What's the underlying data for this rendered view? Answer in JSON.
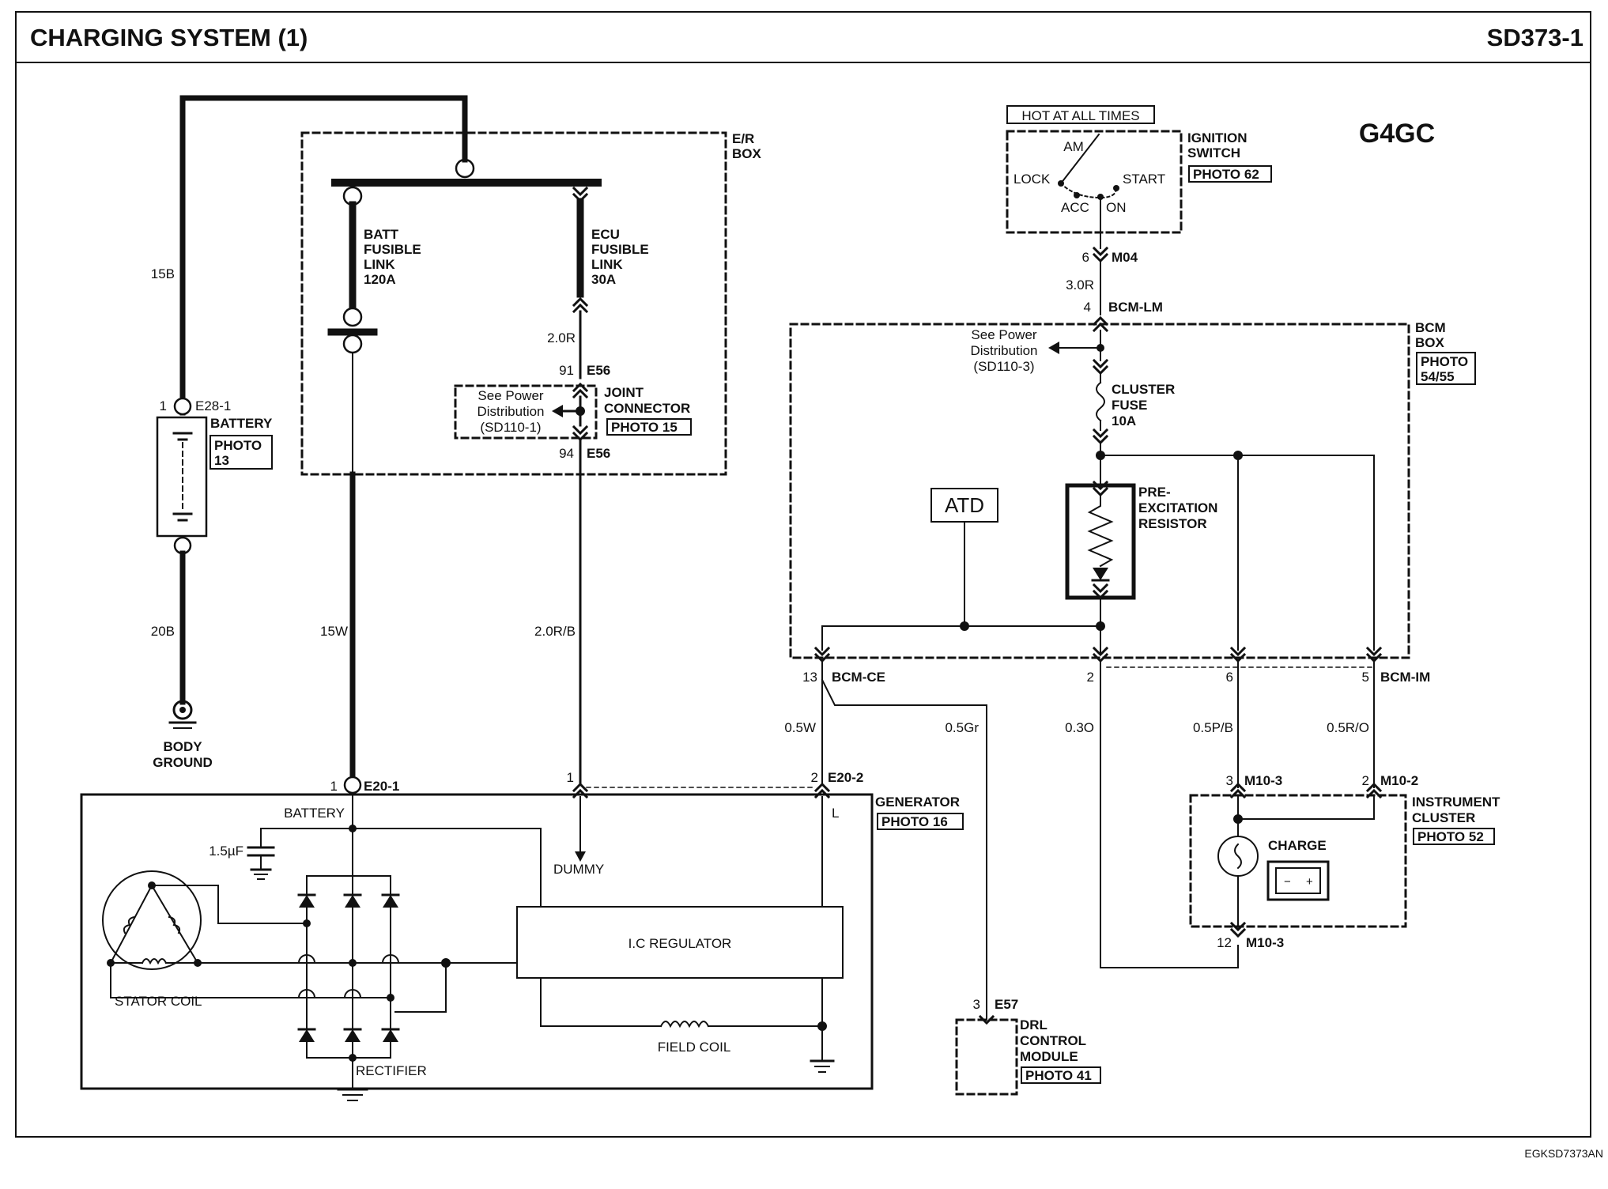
{
  "header": {
    "title": "CHARGING SYSTEM (1)",
    "page_code": "SD373-1"
  },
  "engine_code": "G4GC",
  "footer_code": "EGKSD7373AN",
  "er_box": {
    "label_1": "E/R",
    "label_2": "BOX"
  },
  "batt_fusible_link": {
    "l1": "BATT",
    "l2": "FUSIBLE",
    "l3": "LINK",
    "l4": "120A"
  },
  "ecu_fusible_link": {
    "l1": "ECU",
    "l2": "FUSIBLE",
    "l3": "LINK",
    "l4": "30A"
  },
  "wires": {
    "w15b": "15B",
    "w20b": "20B",
    "w15w": "15W",
    "w20r": "2.0R",
    "w20rb": "2.0R/B",
    "w30r": "3.0R",
    "w05w": "0.5W",
    "w05gr": "0.5Gr",
    "w03o": "0.3O",
    "w05pb": "0.5P/B",
    "w05ro": "0.5R/O"
  },
  "connectors": {
    "e28_pin": "1",
    "e28": "E28-1",
    "e56_91_pin": "91",
    "e56a": "E56",
    "e56_94_pin": "94",
    "e56b": "E56",
    "e20_1_pin": "1",
    "e20_1": "E20-1",
    "e20_2_pin1": "1",
    "e20_2_pin2": "2",
    "e20_2": "E20-2",
    "m04_pin": "6",
    "m04": "M04",
    "bcm_lm_pin": "4",
    "bcm_lm": "BCM-LM",
    "bcm_ce_pin": "13",
    "bcm_ce": "BCM-CE",
    "bcm_2_pin": "2",
    "bcm_6_pin": "6",
    "bcm_im_pin": "5",
    "bcm_im": "BCM-IM",
    "m10_3_pin": "3",
    "m10_3a": "M10-3",
    "m10_2_pin": "2",
    "m10_2": "M10-2",
    "m10_3b_pin": "12",
    "m10_3b": "M10-3",
    "e57_pin": "3",
    "e57": "E57"
  },
  "battery": {
    "label": "BATTERY",
    "photo_1": "PHOTO",
    "photo_2": "13"
  },
  "body_ground": {
    "l1": "BODY",
    "l2": "GROUND"
  },
  "joint_connector": {
    "see_1": "See Power",
    "see_2": "Distribution",
    "see_3": "(SD110-1)",
    "label_1": "JOINT",
    "label_2": "CONNECTOR",
    "photo": "PHOTO 15"
  },
  "generator": {
    "label": "GENERATOR",
    "photo": "PHOTO 16",
    "battery_term": "BATTERY",
    "cap": "1.5µF",
    "dummy": "DUMMY",
    "l_term": "L",
    "stator": "STATOR COIL",
    "rectifier": "RECTIFIER",
    "regulator": "I.C REGULATOR",
    "field_coil": "FIELD COIL"
  },
  "ignition": {
    "hot": "HOT AT ALL TIMES",
    "label_1": "IGNITION",
    "label_2": "SWITCH",
    "photo": "PHOTO 62",
    "am": "AM",
    "lock": "LOCK",
    "start": "START",
    "acc": "ACC",
    "on": "ON"
  },
  "bcm_box": {
    "l1": "BCM",
    "l2": "BOX",
    "photo_1": "PHOTO",
    "photo_2": "54/55",
    "see_1": "See Power",
    "see_2": "Distribution",
    "see_3": "(SD110-3)",
    "fuse_1": "CLUSTER",
    "fuse_2": "FUSE",
    "fuse_3": "10A",
    "res_1": "PRE-",
    "res_2": "EXCITATION",
    "res_3": "RESISTOR",
    "atd": "ATD"
  },
  "instrument_cluster": {
    "l1": "INSTRUMENT",
    "l2": "CLUSTER",
    "photo": "PHOTO 52",
    "charge": "CHARGE"
  },
  "drl": {
    "l1": "DRL",
    "l2": "CONTROL",
    "l3": "MODULE",
    "photo": "PHOTO 41"
  }
}
